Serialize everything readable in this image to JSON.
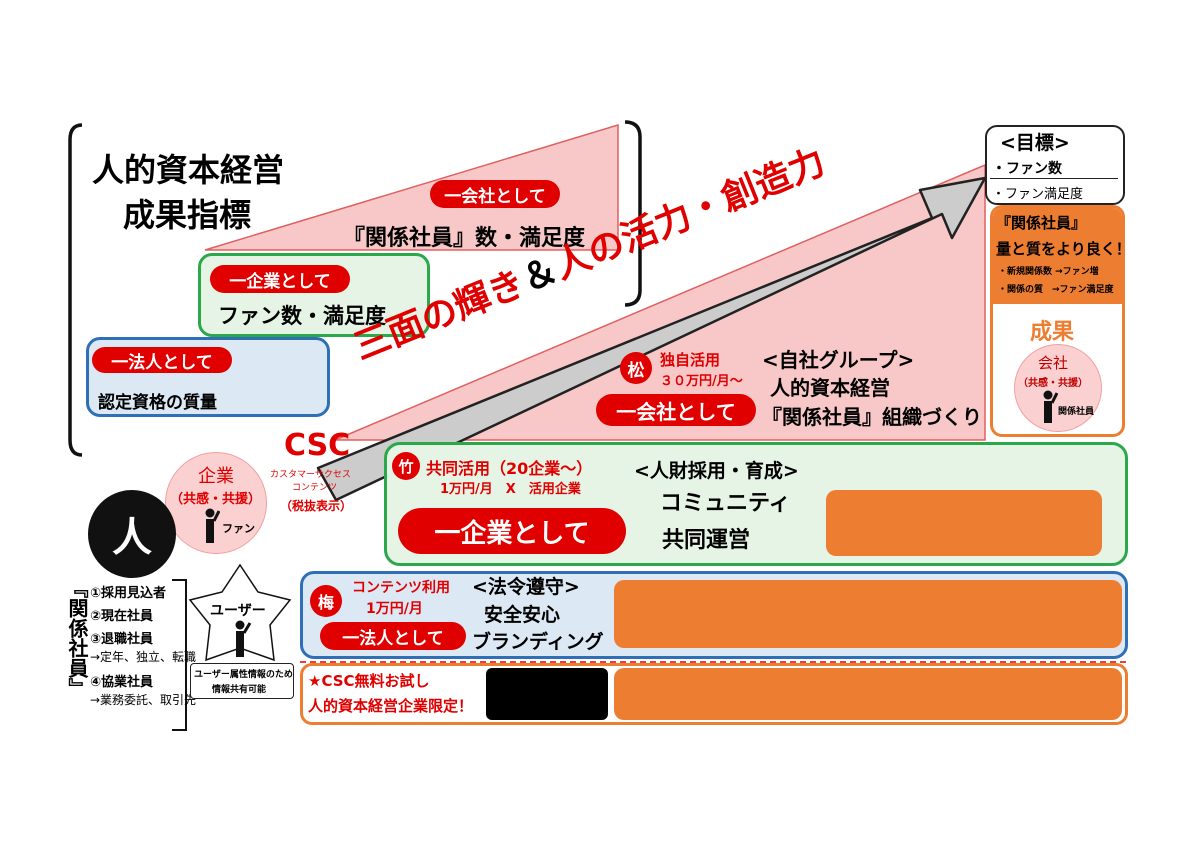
{
  "colors": {
    "accent_red": "#e00000",
    "orange": "#ed7d31",
    "green": "#2aa84a",
    "blue": "#2e6fb5",
    "pink_fill": "#f8c8c8",
    "light_blue_fill": "#dce9f5",
    "light_green_fill": "#e6f4e6",
    "arrow_gray": "#c8c8c8"
  },
  "kpi": {
    "title_line1": "人的資本経営",
    "title_line2": "成果指標",
    "company": {
      "pill": "一会社として",
      "text": "『関係社員』数・満足度"
    },
    "enterprise": {
      "pill": "一企業として",
      "text": "ファン数・満足度"
    },
    "corporation": {
      "pill": "一法人として",
      "text": "認定資格の質量"
    }
  },
  "arrow": {
    "text_red1": "三面の輝き",
    "text_mid": "＆",
    "text_red2": "人の活力・創造力"
  },
  "goal": {
    "header": "<目標>",
    "item1": "・ファン数",
    "item2": "・ファン満足度",
    "related_title": "『関係社員』",
    "related_sub": "量と質をより良く！",
    "related_line1": "・新規関係数 →ファン増",
    "related_line2": "・関係の質　→ファン満足度",
    "result_title": "成果",
    "company_label": "会社",
    "company_sub": "（共感・共援）",
    "employee_label": "関係社員"
  },
  "matsu": {
    "badge": "松",
    "usage": "独自活用",
    "price": "３０万円/月～",
    "pill": "一会社として",
    "heading": "<自社グループ>",
    "line1": "人的資本経営",
    "line2": "『関係社員』組織づくり"
  },
  "csc": {
    "title": "CSC",
    "sub1": "カスタマーサクセス",
    "sub2": "コンテンツ",
    "tax": "（税抜表示）"
  },
  "enterprise_circle": {
    "title": "企業",
    "sub": "（共感・共援）",
    "fan": "ファン"
  },
  "take": {
    "badge": "竹",
    "usage": "共同活用（20企業～）",
    "price": "1万円/月　X　活用企業",
    "pill": "一企業として",
    "heading": "<人財採用・育成>",
    "line1": "コミュニティ",
    "line2": "共同運営"
  },
  "person": {
    "label": "人"
  },
  "related_list": {
    "bracket_text": "『関係社員』",
    "item1": "①採用見込者",
    "item2": "②現在社員",
    "item3": "③退職社員",
    "item3_sub": "→定年、独立、転職",
    "item4": "④協業社員",
    "item4_sub": "→業務委託、取引先"
  },
  "user": {
    "label": "ユーザー",
    "note1": "ユーザー属性情報のため",
    "note2": "情報共有可能"
  },
  "ume": {
    "badge": "梅",
    "usage": "コンテンツ利用",
    "price": "1万円/月",
    "pill": "一法人として",
    "heading": "<法令遵守>",
    "line1": "安全安心",
    "line2": "ブランディング"
  },
  "trial": {
    "line1": "★CSC無料お試し",
    "line2": "人的資本経営企業限定！"
  }
}
